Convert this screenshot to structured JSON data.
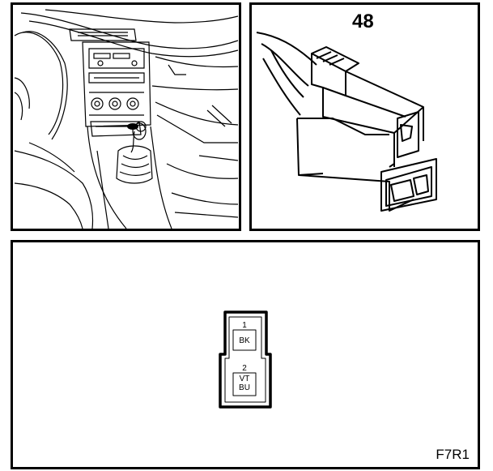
{
  "connector": {
    "number": "48",
    "diagram_code": "F7R1"
  },
  "pinout": {
    "pins": [
      {
        "number": "1",
        "colors": "BK"
      },
      {
        "number": "2",
        "colors": "VT\nBU"
      }
    ]
  }
}
